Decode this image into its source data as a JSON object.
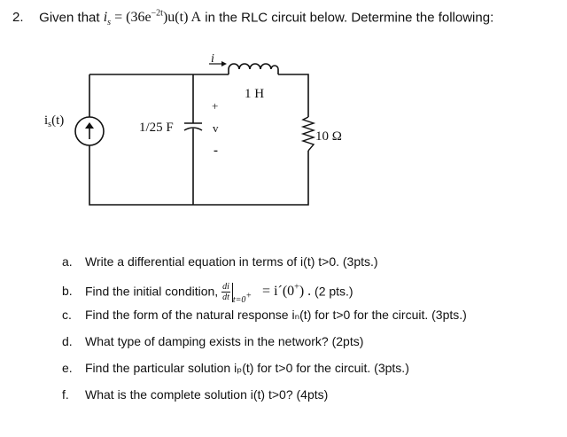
{
  "header": {
    "number": "2.",
    "text_before": "Given that",
    "equation": "(36e",
    "exponent": "−2t",
    "equation_after": ")u(t) A",
    "text_after": "in the RLC circuit below. Determine the following:"
  },
  "circuit": {
    "source_label": "i",
    "source_label_sub": "s",
    "source_label_paren": "(t)",
    "current_label": "i",
    "inductor_label": "1 H",
    "capacitor_label": "1/25 F",
    "voltage_plus": "+",
    "voltage_label": "v",
    "voltage_minus": "-",
    "resistor_label": "10 Ω"
  },
  "parts": [
    {
      "letter": "a.",
      "text": "Write a differential equation in terms of i(t) t>0. (3pts.)"
    },
    {
      "letter": "b.",
      "text": "Find the initial condition,",
      "num": "di",
      "den": "dt",
      "eval_sub": "t=0",
      "eval_sup": "+",
      "rhs": "= i´(0",
      "rhs_sup": "+",
      "rhs_end": ") .",
      "pts": "(2 pts.)"
    },
    {
      "letter": "c.",
      "text": "Find the form of the natural response iₙ(t) for t>0 for the circuit. (3pts.)"
    },
    {
      "letter": "d.",
      "text": "What type of damping exists in the network?  (2pts)"
    },
    {
      "letter": "e.",
      "text": "Find the particular solution iₚ(t) for t>0 for the circuit. (3pts.)"
    },
    {
      "letter": "f.",
      "text": "What is the complete solution i(t) t>0? (4pts)"
    }
  ]
}
